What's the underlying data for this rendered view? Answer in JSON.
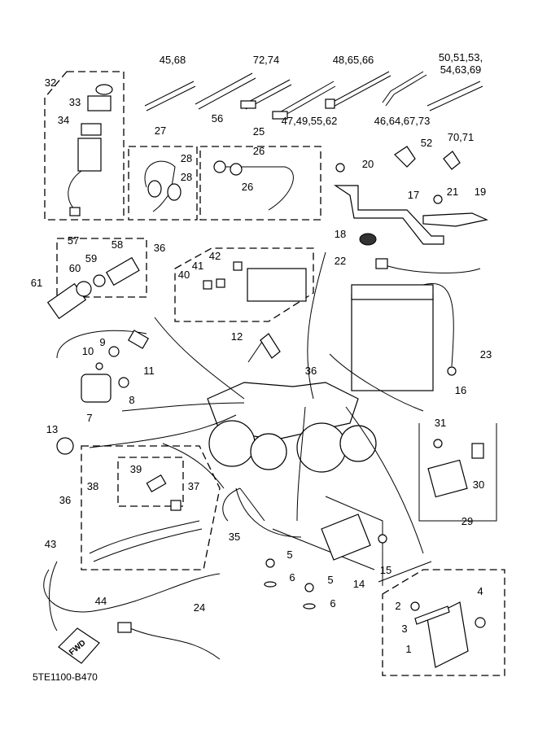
{
  "diagram": {
    "callouts": [
      "45,68",
      "72,74",
      "48,65,66",
      "50,51,53,",
      "54,63,69",
      "32",
      "33",
      "34",
      "56",
      "47,49,55,62",
      "46,64,67,73",
      "27",
      "25",
      "26",
      "28",
      "28",
      "26",
      "52",
      "70,71",
      "20",
      "17",
      "21",
      "19",
      "18",
      "22",
      "57",
      "58",
      "60",
      "59",
      "61",
      "36",
      "42",
      "41",
      "40",
      "12",
      "9",
      "10",
      "11",
      "8",
      "7",
      "36",
      "16",
      "23",
      "13",
      "31",
      "39",
      "38",
      "37",
      "36",
      "30",
      "29",
      "35",
      "43",
      "5",
      "6",
      "5",
      "6",
      "15",
      "14",
      "44",
      "24",
      "2",
      "4",
      "3",
      "1"
    ],
    "fwd_label": "FWD",
    "drawing_code": "5TE1100-B470",
    "line_color": "#000000",
    "background": "#ffffff"
  }
}
